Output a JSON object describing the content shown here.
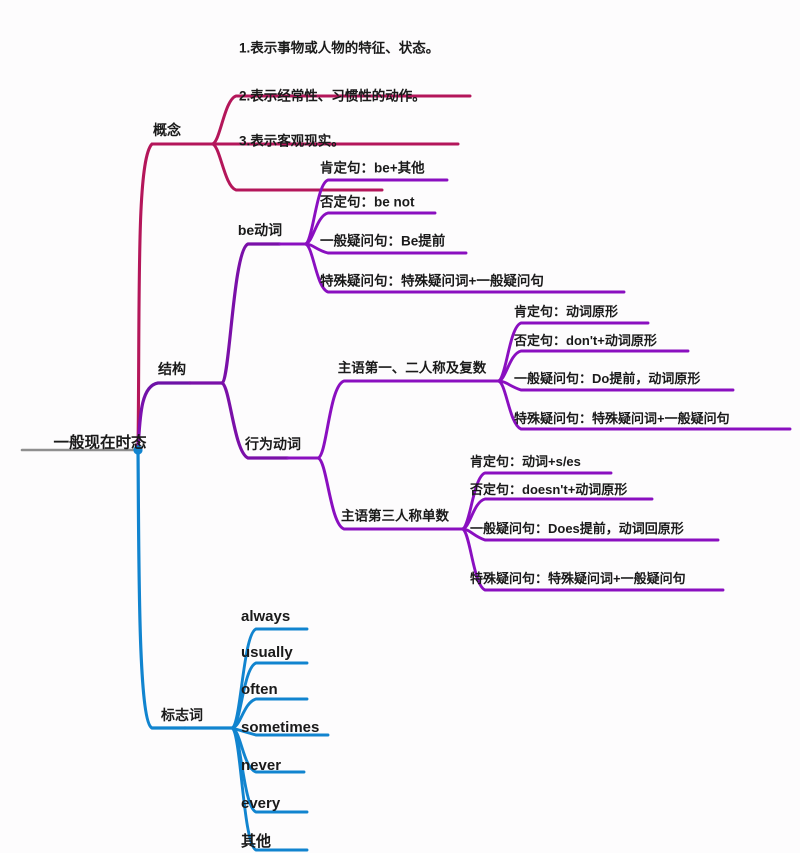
{
  "title": "一般现在时态 思维导图",
  "colors": {
    "root_line": "#8f8f8f",
    "root_dot": "#1184cf",
    "branch_concept": "#b4165a",
    "branch_structure": "#7a10a8",
    "branch_verb_purple": "#8a0fc0",
    "branch_signal": "#1184cf",
    "text": "#1a1a1a",
    "background": "#fdfcfd"
  },
  "root": {
    "label": "一般现在时态"
  },
  "branches": [
    {
      "id": "concept",
      "label": "概念",
      "color": "#b4165a",
      "children": [
        {
          "label": "1.表示事物或人物的特征、状态。"
        },
        {
          "label": "2.表示经常性、习惯性的动作。"
        },
        {
          "label": "3.表示客观现实。"
        }
      ]
    },
    {
      "id": "structure",
      "label": "结构",
      "color": "#7a10a8",
      "children": [
        {
          "id": "be-verb",
          "label": "be动词",
          "children": [
            {
              "label": "肯定句：be+其他"
            },
            {
              "label": "否定句：be not"
            },
            {
              "label": "一般疑问句：Be提前"
            },
            {
              "label": "特殊疑问句：特殊疑问词+一般疑问句"
            }
          ]
        },
        {
          "id": "action-verb",
          "label": "行为动词",
          "children": [
            {
              "id": "first-second-plural",
              "label": "主语第一、二人称及复数",
              "children": [
                {
                  "label": "肯定句：动词原形"
                },
                {
                  "label": "否定句：don't+动词原形"
                },
                {
                  "label": "一般疑问句：Do提前，动词原形"
                },
                {
                  "label": "特殊疑问句：特殊疑问词+一般疑问句"
                }
              ]
            },
            {
              "id": "third-singular",
              "label": "主语第三人称单数",
              "children": [
                {
                  "label": "肯定句：动词+s/es"
                },
                {
                  "label": "否定句：doesn't+动词原形"
                },
                {
                  "label": "一般疑问句：Does提前，动词回原形"
                },
                {
                  "label": "特殊疑问句：特殊疑问词+一般疑问句"
                }
              ]
            }
          ]
        }
      ]
    },
    {
      "id": "signal-words",
      "label": "标志词",
      "color": "#1184cf",
      "children": [
        {
          "label": "always"
        },
        {
          "label": "usually"
        },
        {
          "label": "often"
        },
        {
          "label": "sometimes"
        },
        {
          "label": "never"
        },
        {
          "label": "every"
        },
        {
          "label": "其他"
        }
      ]
    }
  ]
}
